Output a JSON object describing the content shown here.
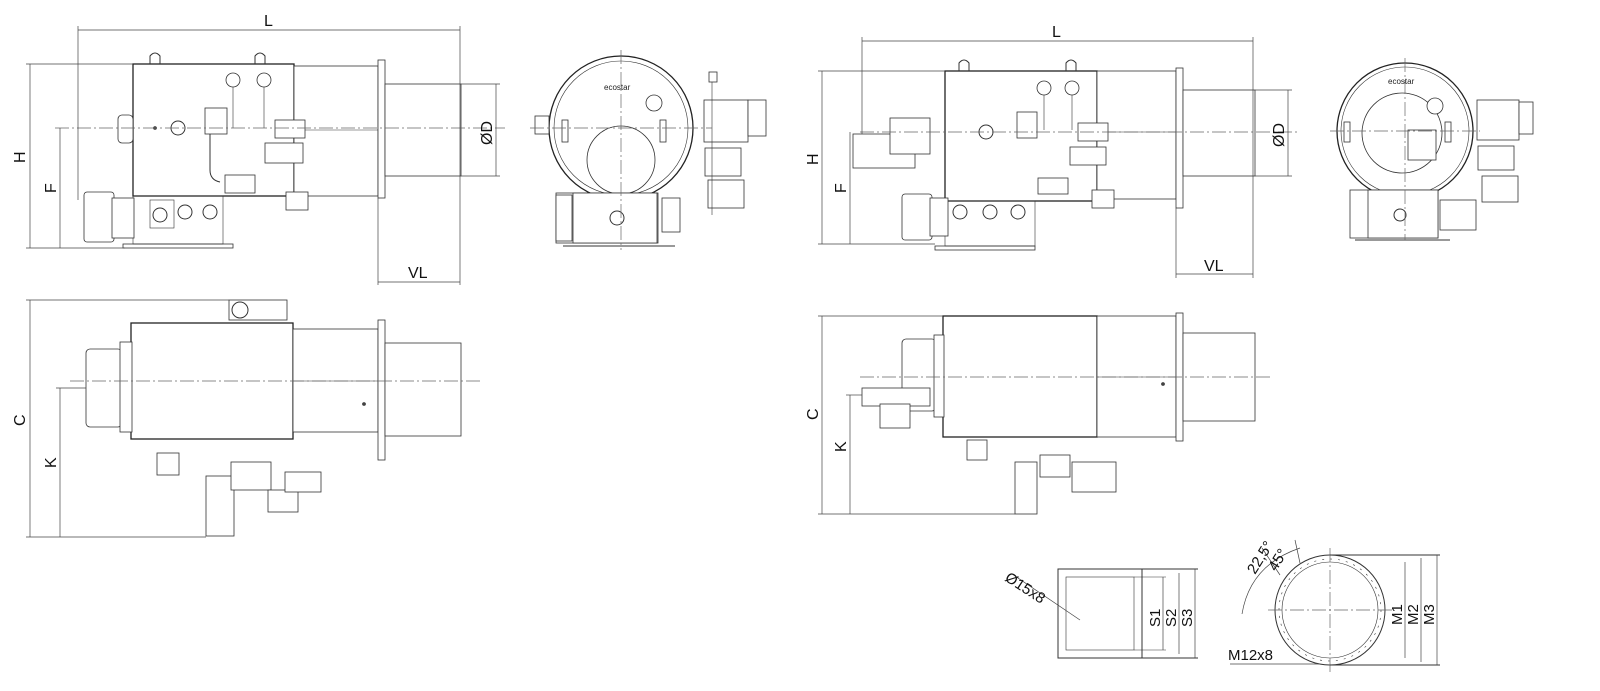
{
  "dimension_labels": {
    "L": "L",
    "H": "H",
    "F": "F",
    "D": "ØD",
    "VL": "VL",
    "C": "C",
    "K": "K",
    "S1": "S1",
    "S2": "S2",
    "S3": "S3",
    "M1": "M1",
    "M2": "M2",
    "M3": "M3",
    "hole_square": "Ø15x8",
    "hole_round": "M12x8",
    "angle_small": "22,5°",
    "angle_large": "45°"
  },
  "brand": {
    "logo_text": "ecostar"
  }
}
